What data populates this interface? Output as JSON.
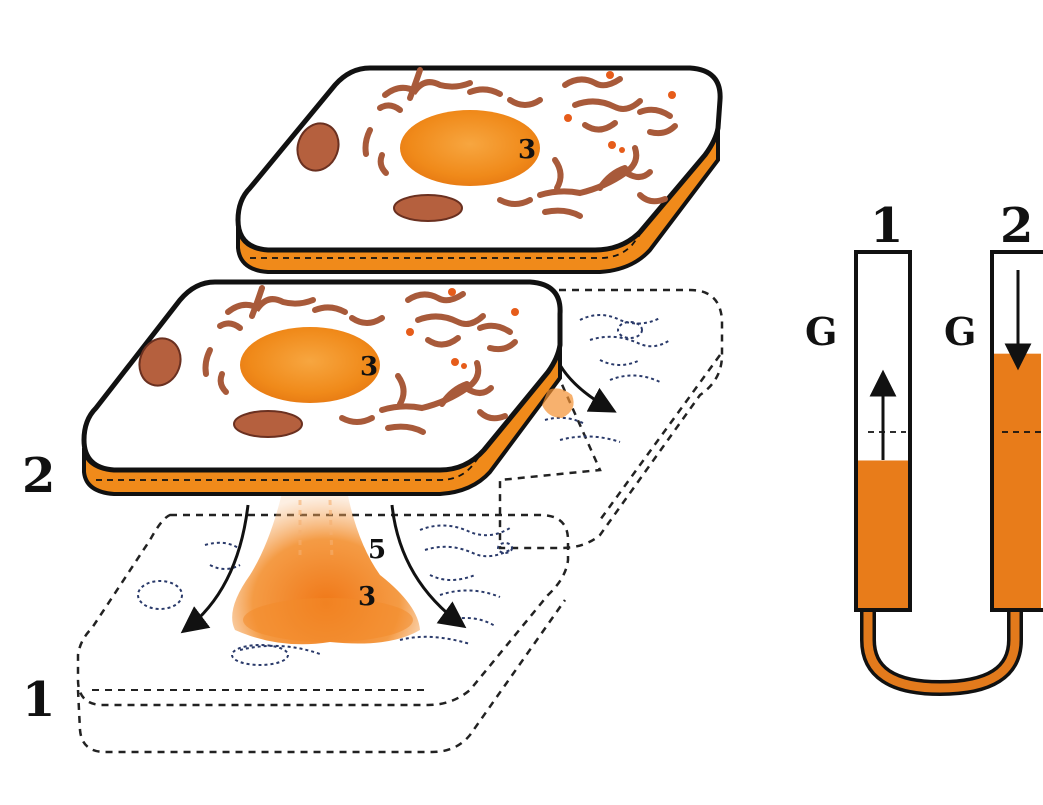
{
  "labels": {
    "cell_top_nucleus": "3",
    "cell_mid_nucleus": "3",
    "cell_mid_label": "2",
    "cell_bottom_label": "1",
    "flow_nucleus": "3",
    "flow_stream": "5",
    "tube_left_number": "1",
    "tube_right_number": "2",
    "tube_left_g": "G",
    "tube_right_g": "G"
  },
  "colors": {
    "orange": "#f08a1a",
    "orange_dark": "#d66a10",
    "organelle": "#a85a3a",
    "outline": "#111111"
  },
  "levels": {
    "left_tube_fill_fraction": 0.42,
    "right_tube_fill_fraction": 0.72
  }
}
